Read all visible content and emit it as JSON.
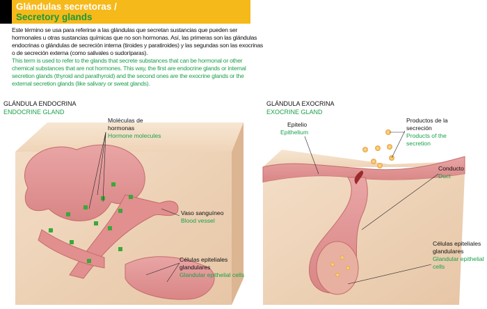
{
  "header": {
    "title": "Glándulas secretoras /",
    "subtitle": "Secretory glands"
  },
  "intro": {
    "es": "Este término se usa para referirse a las glándulas que secretan sustancias que pueden ser hormonales u otras sustancias químicas que no son hormonas. Así, las primeras son las glándulas endocrinas o glándulas de secreción interna (tiroides y paratiroides) y las segundas son las exocrinas o de secreción externa (como salivales o sudoríparas).",
    "en": "This term is used to refer to the glands that secrete substances that can be hormonal or other chemical substances that are not hormones. This way, the first are endocrine glands or internal secretion glands (thyroid and parathyroid) and the second ones are the exocrine glands or the external secretion glands (like salivary or sweat glands)."
  },
  "endocrine": {
    "title_es": "GLÁNDULA ENDOCRINA",
    "title_en": "ENDOCRINE GLAND",
    "labels": [
      {
        "es": "Moléculas de hormonas",
        "en": "Hormone molecules"
      },
      {
        "es": "Vaso sanguíneo",
        "en": "Blood vessel"
      },
      {
        "es": "Células epiteliales glandulares",
        "en": "Glandular epithelial cells"
      }
    ]
  },
  "exocrine": {
    "title_es": "GLÁNDULA EXOCRINA",
    "title_en": "EXOCRINE GLAND",
    "labels": [
      {
        "es": "Epitelio",
        "en": "Epithelium"
      },
      {
        "es": "Productos de la secreción",
        "en": "Products of the secretion"
      },
      {
        "es": "Conducto",
        "en": "Duct"
      },
      {
        "es": "Células epiteliales glandulares",
        "en": "Glandular epithelial cells"
      }
    ]
  },
  "colors": {
    "header": "#f6b91a",
    "english_text": "#1aa04a",
    "tissue": "#e9a3a3",
    "hormone": "#3aa83a",
    "secretion": "#f0b64a"
  }
}
